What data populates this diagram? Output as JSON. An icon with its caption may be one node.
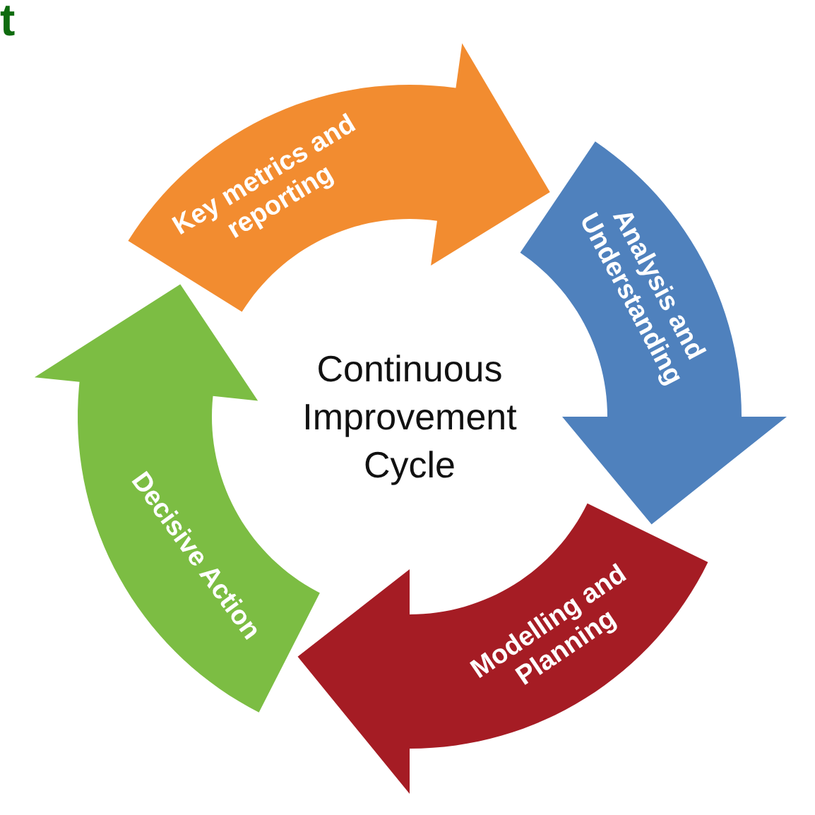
{
  "diagram": {
    "nodes": [
      {
        "text": [
          "Key metrics and reporting"
        ]
      },
      {
        "text": [
          "Analysis and Understanding"
        ]
      },
      {
        "text": [
          "Modelling and Planning"
        ]
      },
      {
        "text": [
          "Decisive Action"
        ]
      }
    ],
    "labels": [
      "t",
      "Continuous Improvement Cycle"
    ]
  }
}
